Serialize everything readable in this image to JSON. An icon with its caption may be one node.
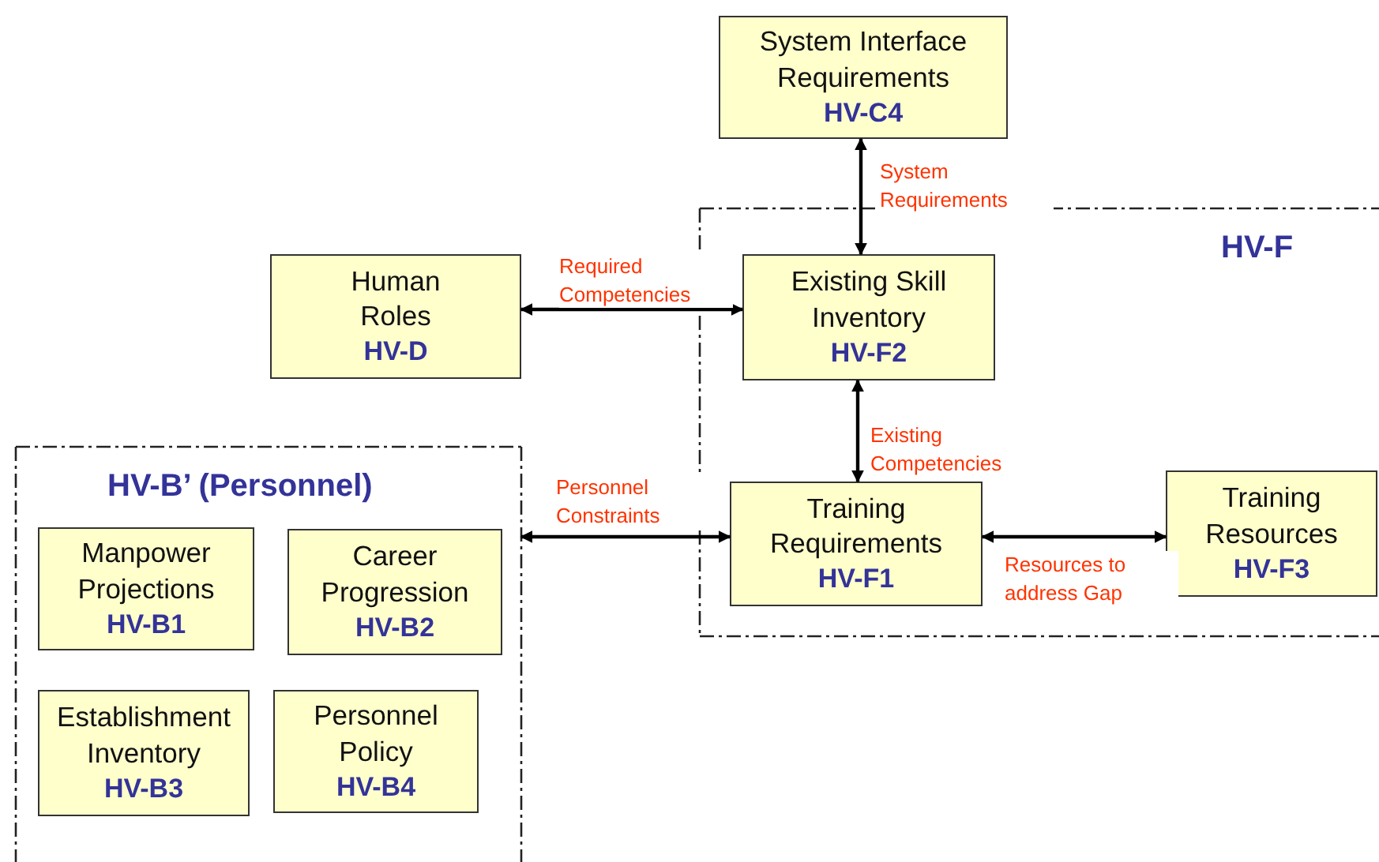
{
  "diagram": {
    "nodes": [
      {
        "text": [
          "System Interface Requirements",
          "HV-C4"
        ]
      },
      {
        "text": [
          "HV-F"
        ]
      },
      {
        "text": [
          "Existing Skill Inventory",
          "HV-F2"
        ],
        "in": 1
      },
      {
        "text": [
          "Training Requirements",
          "HV-F1"
        ],
        "in": 1
      },
      {
        "text": [
          "Training Resources",
          "HV-F3"
        ],
        "in": 1
      },
      {
        "text": [
          "Human Roles",
          "HV-D"
        ]
      },
      {
        "text": [
          "HV-B’ (Personnel)"
        ]
      },
      {
        "text": [
          "Manpower Projections",
          "HV-B1"
        ],
        "in": 6
      },
      {
        "text": [
          "Career Progression",
          "HV-B2"
        ],
        "in": 6
      },
      {
        "text": [
          "Establishment Inventory",
          "HV-B3"
        ],
        "in": 6
      },
      {
        "text": [
          "Personnel Policy",
          "HV-B4"
        ],
        "in": 6
      }
    ],
    "edges": [
      {
        "from": 0,
        "to": 2,
        "arrow": "both",
        "label": "System Requirements"
      },
      {
        "from": 5,
        "to": 2,
        "arrow": "both",
        "label": "Required Competencies"
      },
      {
        "from": 2,
        "to": 3,
        "arrow": "both",
        "label": "Existing Competencies"
      },
      {
        "from": 6,
        "to": 3,
        "arrow": "both",
        "label": "Personnel Constraints"
      },
      {
        "from": 3,
        "to": 4,
        "arrow": "both",
        "label": "Resources to address Gap"
      }
    ]
  }
}
